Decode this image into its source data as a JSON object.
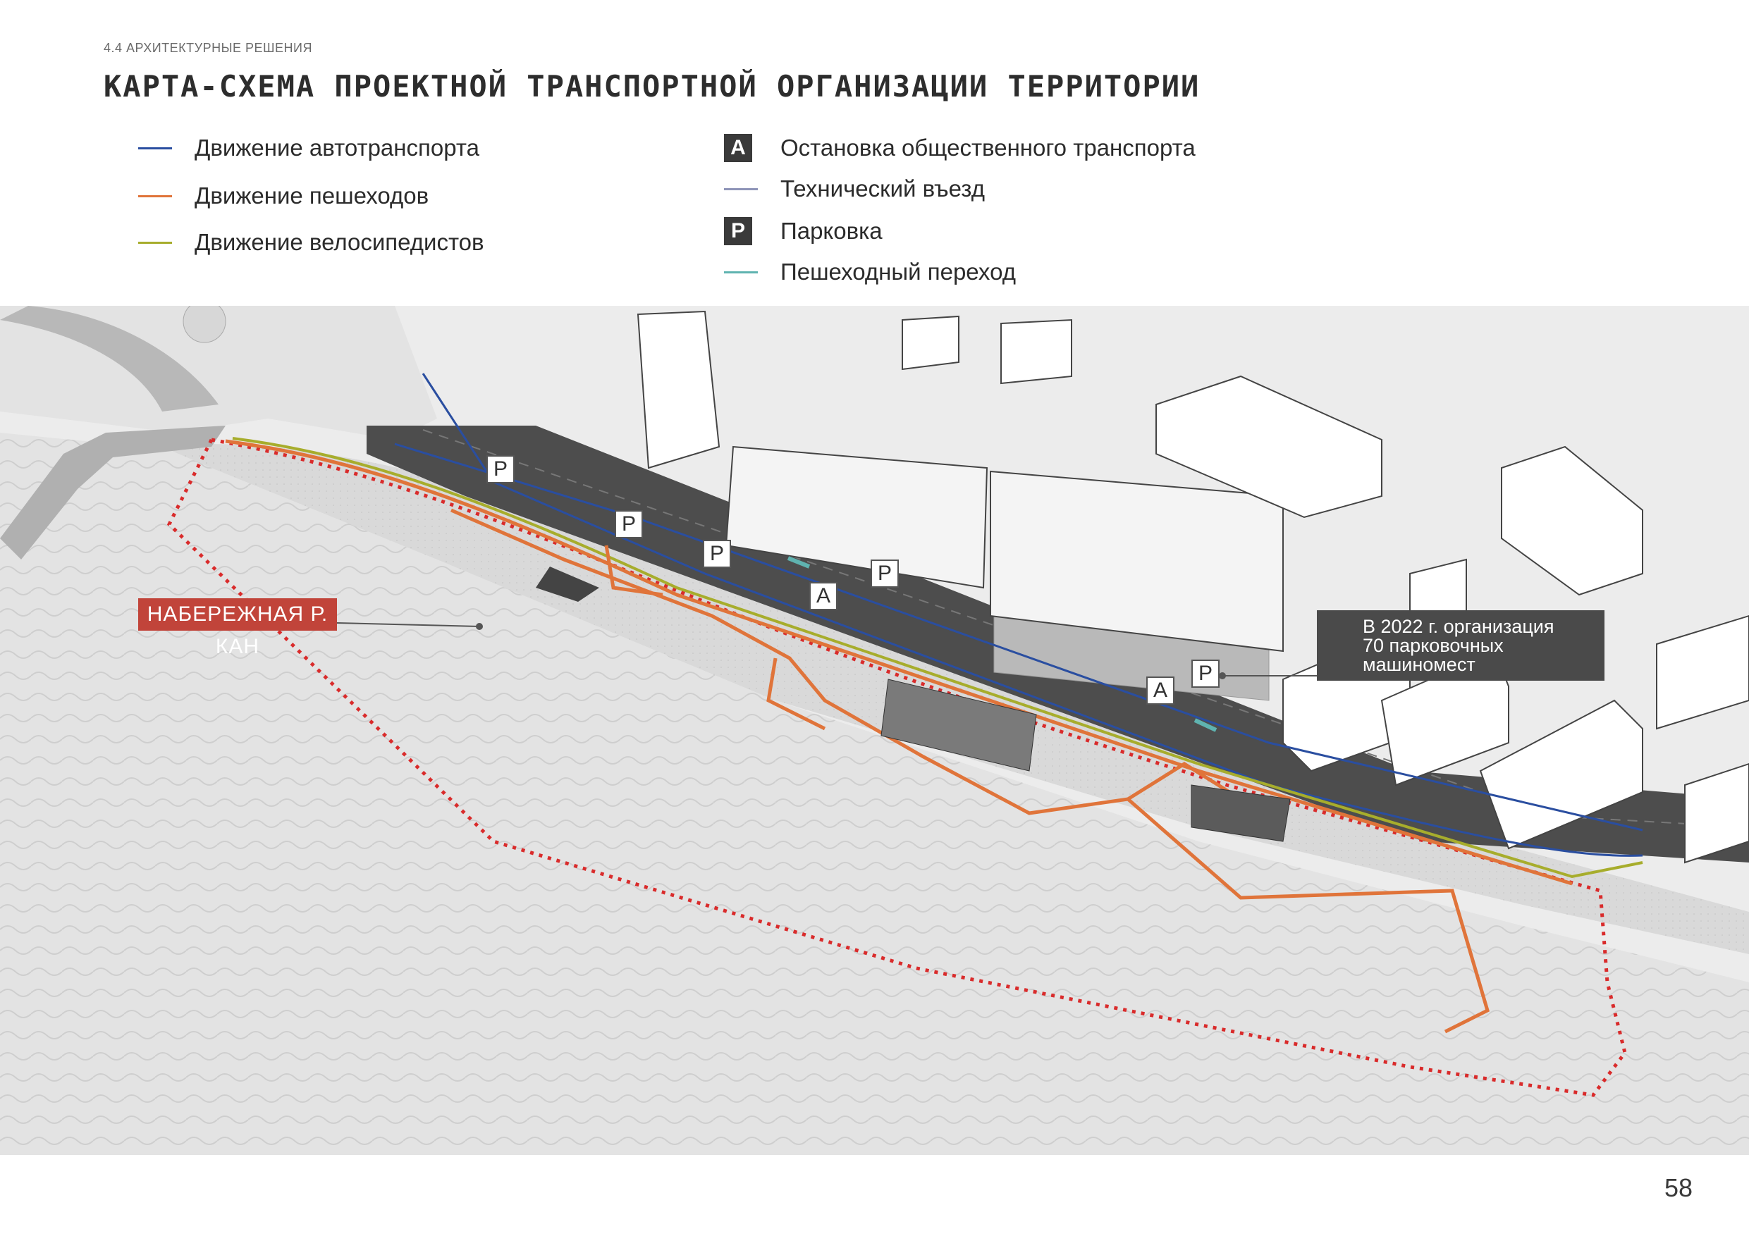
{
  "header": {
    "section": "4.4 АРХИТЕКТУРНЫЕ РЕШЕНИЯ",
    "title": "КАРТА-СХЕМА ПРОЕКТНОЙ ТРАНСПОРТНОЙ ОРГАНИЗАЦИИ ТЕРРИТОРИИ"
  },
  "legend": {
    "left": [
      {
        "label": "Движение автотранспорта",
        "color": "#2a4ea0"
      },
      {
        "label": "Движение пешеходов",
        "color": "#e0743a"
      },
      {
        "label": "Движение велосипедистов",
        "color": "#a7ad2c"
      }
    ],
    "right": [
      {
        "label": "Остановка общественного транспорта",
        "symbol": "A"
      },
      {
        "label": "Технический въезд",
        "color": "#8e94b8"
      },
      {
        "label": "Парковка",
        "symbol": "P"
      },
      {
        "label": "Пешеходный переход",
        "color": "#5fb3b0"
      }
    ]
  },
  "map": {
    "embankment_label": "НАБЕРЕЖНАЯ Р. КАН",
    "callout_lines": [
      "В 2022 г. организация",
      "70 парковочных",
      "машиномест"
    ],
    "parking_symbol": "P",
    "stop_symbol": "A",
    "colors": {
      "car": "#2a4ea0",
      "pedestrian": "#e0743a",
      "bike": "#a7ad2c",
      "boundary": "#d92b2b",
      "label_bg": "#c1443a",
      "callout_bg": "#4a4a4a"
    }
  },
  "page_number": "58"
}
